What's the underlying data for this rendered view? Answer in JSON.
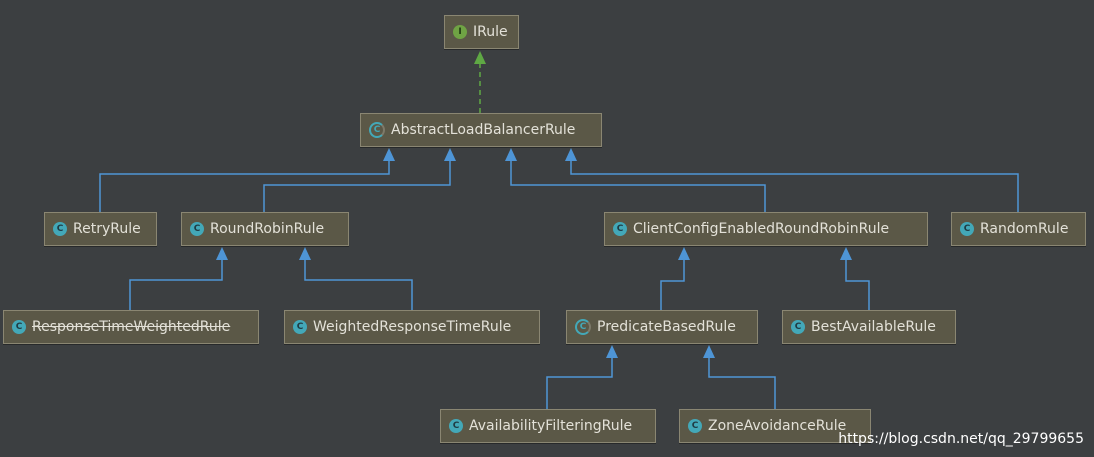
{
  "nodes": [
    {
      "id": "irule",
      "label": "IRule",
      "kind": "interface",
      "badge": "I"
    },
    {
      "id": "abstract",
      "label": "AbstractLoadBalancerRule",
      "kind": "abstract",
      "badge": "C"
    },
    {
      "id": "retry",
      "label": "RetryRule",
      "kind": "class",
      "badge": "C"
    },
    {
      "id": "roundrobin",
      "label": "RoundRobinRule",
      "kind": "class",
      "badge": "C"
    },
    {
      "id": "clientconfig",
      "label": "ClientConfigEnabledRoundRobinRule",
      "kind": "class",
      "badge": "C"
    },
    {
      "id": "random",
      "label": "RandomRule",
      "kind": "class",
      "badge": "C"
    },
    {
      "id": "responsetime",
      "label": "ResponseTimeWeightedRule",
      "kind": "class",
      "badge": "C",
      "deprecated": true
    },
    {
      "id": "weighted",
      "label": "WeightedResponseTimeRule",
      "kind": "class",
      "badge": "C"
    },
    {
      "id": "predicate",
      "label": "PredicateBasedRule",
      "kind": "abstract",
      "badge": "C"
    },
    {
      "id": "bestavailable",
      "label": "BestAvailableRule",
      "kind": "class",
      "badge": "C"
    },
    {
      "id": "availability",
      "label": "AvailabilityFilteringRule",
      "kind": "class",
      "badge": "C"
    },
    {
      "id": "zoneavoidance",
      "label": "ZoneAvoidanceRule",
      "kind": "class",
      "badge": "C"
    }
  ],
  "edges": [
    {
      "from": "abstract",
      "to": "irule",
      "type": "implements"
    },
    {
      "from": "retry",
      "to": "abstract",
      "type": "extends"
    },
    {
      "from": "roundrobin",
      "to": "abstract",
      "type": "extends"
    },
    {
      "from": "clientconfig",
      "to": "abstract",
      "type": "extends"
    },
    {
      "from": "random",
      "to": "abstract",
      "type": "extends"
    },
    {
      "from": "responsetime",
      "to": "roundrobin",
      "type": "extends"
    },
    {
      "from": "weighted",
      "to": "roundrobin",
      "type": "extends"
    },
    {
      "from": "predicate",
      "to": "clientconfig",
      "type": "extends"
    },
    {
      "from": "bestavailable",
      "to": "clientconfig",
      "type": "extends"
    },
    {
      "from": "availability",
      "to": "predicate",
      "type": "extends"
    },
    {
      "from": "zoneavoidance",
      "to": "predicate",
      "type": "extends"
    }
  ],
  "colors": {
    "background": "#3c3f41",
    "extends_line": "#4e95d6",
    "implements_line": "#5fa844"
  },
  "watermark": "https://blog.csdn.net/qq_29799655"
}
